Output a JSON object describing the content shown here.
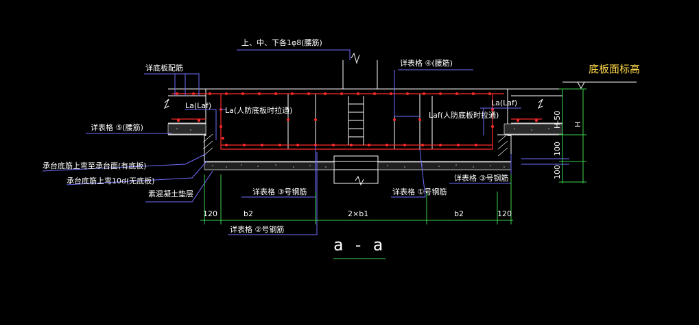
{
  "colors": {
    "background": "#000000",
    "outline": "#ffffff",
    "rebar": "#ff2a2a",
    "dots": "#ff2a2a",
    "leader": "#6f6fff",
    "dimension": "#3fd34f",
    "elevation_text": "#ffd94a",
    "title_underline": "#3fd34f"
  },
  "labels": {
    "top_bars": "上、中、下各1φ8(腰筋)",
    "detail4": "详表格 ④(腰筋)",
    "elevation": "底板面标高",
    "slab_rebar": "详底板配筋",
    "la_left_top": "La(Laf)",
    "la_left_mid": "La(人防底板时拉通)",
    "laf_right_mid": "Laf(人防底板时拉通)",
    "la_right_top": "La(Laf)",
    "detail5": "详表格 ⑤(腰筋)",
    "bend_with_slab": "承台底筋上弯至承台面(有底板)",
    "bend_no_slab": "承台底筋上弯10d(无底板)",
    "cushion": "素混凝土垫层",
    "detail3_left": "详表格 ③号钢筋",
    "detail1": "详表格 ①号钢筋",
    "detail3_right": "详表格 ③号钢筋",
    "detail2": "详表格 ②号钢筋",
    "title": "a - a"
  },
  "dimensions": {
    "bottom": [
      "120",
      "b2",
      "2×b1",
      "b2",
      "120"
    ],
    "right": [
      "H-50",
      "100",
      "100",
      "H"
    ]
  },
  "icons": [
    "elevation-triangle-icon",
    "break-line-icon"
  ]
}
